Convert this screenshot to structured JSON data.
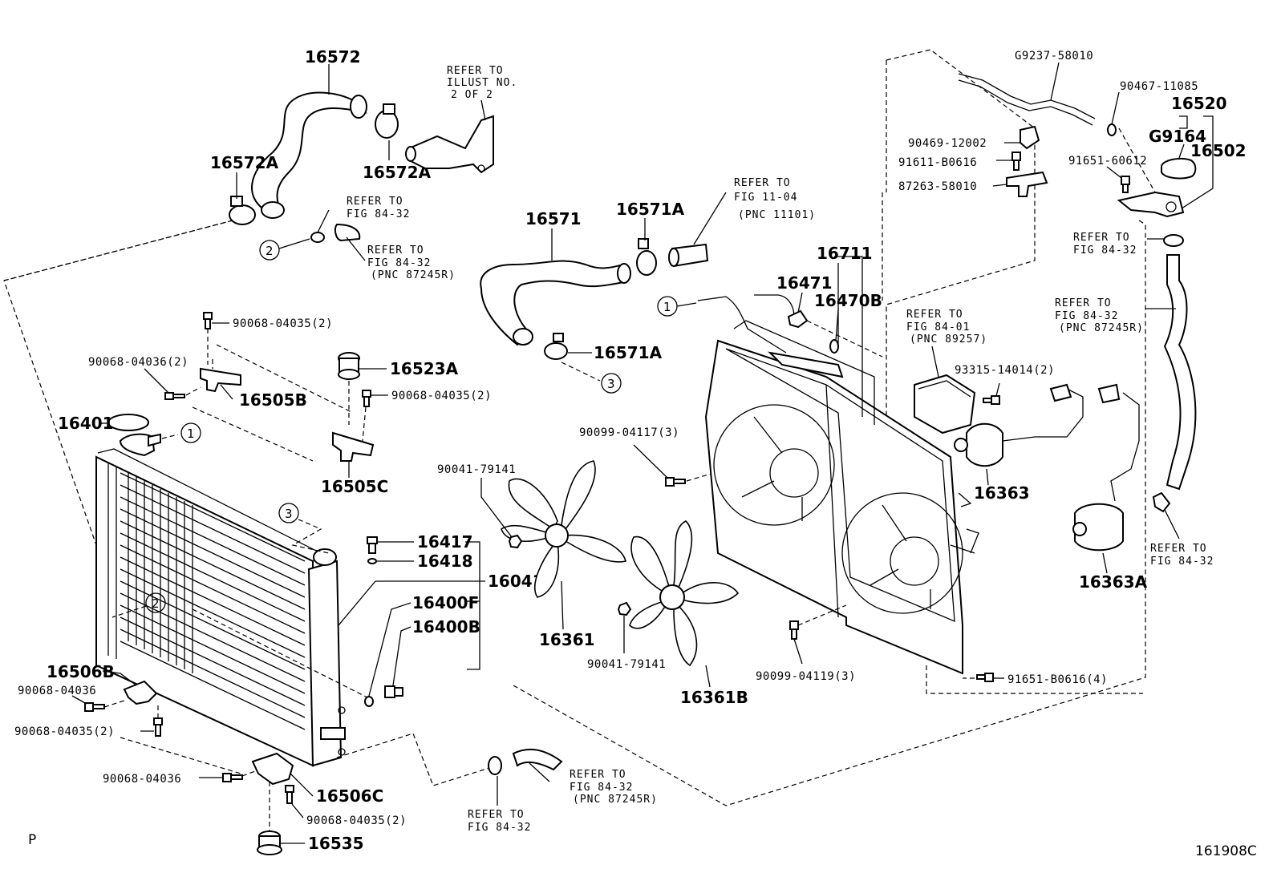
{
  "labels": {
    "p16572": "16572",
    "p16572A_left": "16572A",
    "p16572A_right": "16572A",
    "refer_illust_1": "REFER TO",
    "refer_illust_2": "ILLUST NO.",
    "refer_illust_3": "2 OF 2",
    "refer_8432_a1": "REFER TO",
    "refer_8432_a2": "FIG 84-32",
    "refer_8432_b1": "REFER TO",
    "refer_8432_b2": "FIG 84-32",
    "refer_8432_b3": "(PNC 87245R)",
    "p16571": "16571",
    "p16571A_top": "16571A",
    "p16571A_bottom": "16571A",
    "refer_1104_1": "REFER TO",
    "refer_1104_2": "FIG 11-04",
    "refer_1104_3": "(PNC 11101)",
    "p90068_04035_a": "90068-04035(2)",
    "p90068_04036_a": "90068-04036(2)",
    "p16505B": "16505B",
    "p16523A": "16523A",
    "p90068_04035_b": "90068-04035(2)",
    "p16401": "16401",
    "p16505C": "16505C",
    "p16417": "16417",
    "p16418": "16418",
    "p16041": "16041",
    "p16400F": "16400F",
    "p16400B": "16400B",
    "p16506B": "16506B",
    "p90068_04036_b": "90068-04036",
    "p90068_04035_c": "90068-04035(2)",
    "p90068_04036_c": "90068-04036",
    "p16506C": "16506C",
    "p90068_04035_d": "90068-04035(2)",
    "p16535": "16535",
    "refer_8432_c1": "REFER TO",
    "refer_8432_c2": "FIG 84-32",
    "refer_8432_d1": "REFER TO",
    "refer_8432_d2": "FIG 84-32",
    "refer_8432_d3": "(PNC 87245R)",
    "p90041_79141_a": "90041-79141",
    "p90099_04117": "90099-04117(3)",
    "p16361": "16361",
    "p90041_79141_b": "90041-79141",
    "p16361B": "16361B",
    "p90099_04119": "90099-04119(3)",
    "p16711": "16711",
    "p16471": "16471",
    "p16470B": "16470B",
    "pG9237": "G9237-58010",
    "p90467": "90467-11085",
    "p16520": "16520",
    "p90469": "90469-12002",
    "pG9164": "G9164",
    "p16502": "16502",
    "p91611": "91611-B0616",
    "p91651_60612": "91651-60612",
    "p87263": "87263-58010",
    "refer_8432_e1": "REFER TO",
    "refer_8432_e2": "FIG 84-32",
    "refer_8401_1": "REFER TO",
    "refer_8401_2": "FIG 84-01",
    "refer_8401_3": "(PNC 89257)",
    "refer_8432_f1": "REFER TO",
    "refer_8432_f2": "FIG 84-32",
    "refer_8432_f3": "(PNC 87245R)",
    "p93315": "93315-14014(2)",
    "p16363": "16363",
    "p16363A": "16363A",
    "refer_8432_g1": "REFER TO",
    "refer_8432_g2": "FIG 84-32",
    "p91651_B0616": "91651-B0616(4)",
    "corner_p": "P",
    "figure_id": "161908C"
  },
  "callouts": {
    "c1": "1",
    "c2": "2",
    "c3": "3"
  }
}
